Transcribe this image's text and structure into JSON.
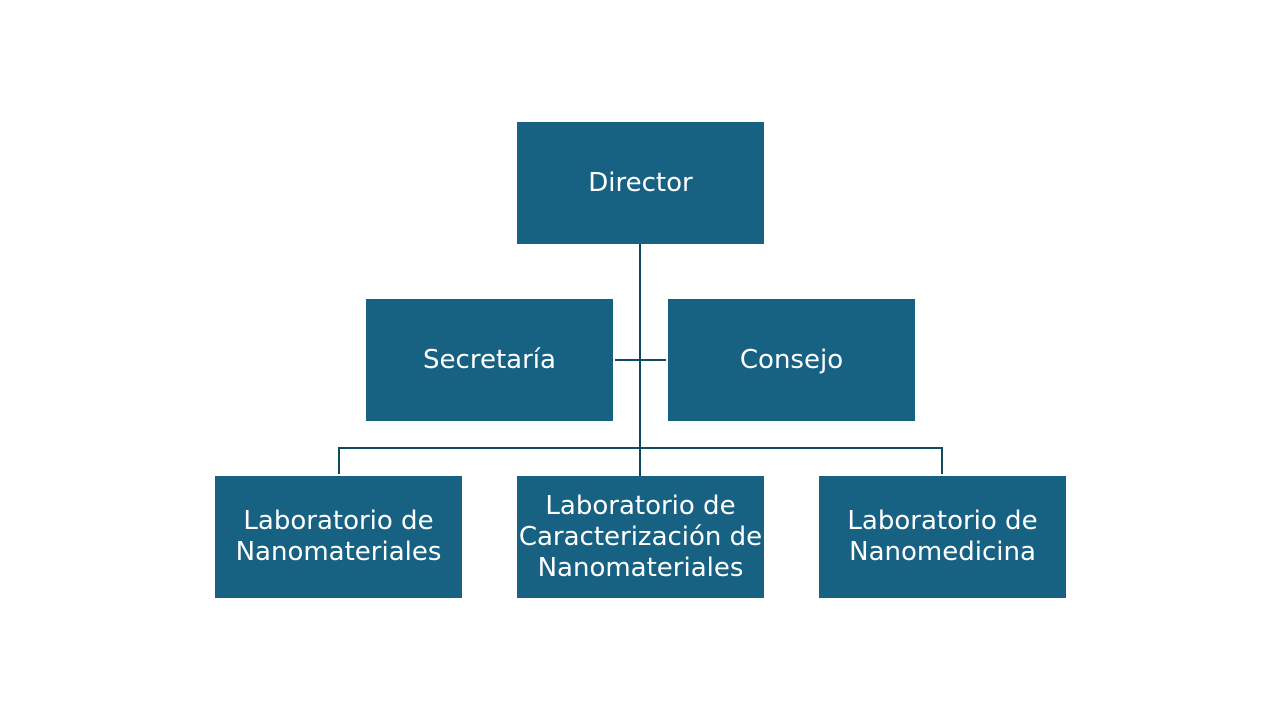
{
  "colors": {
    "box": "#176183",
    "connector": "#0f4a62",
    "text": "#ffffff"
  },
  "nodes": {
    "director": "Director",
    "secretaria": "Secretaría",
    "consejo": "Consejo",
    "lab_nanomateriales": "Laboratorio de Nanomateriales",
    "lab_caracterizacion": "Laboratorio de Caracterización de Nanomateriales",
    "lab_nanomedicina": "Laboratorio de Nanomedicina"
  }
}
